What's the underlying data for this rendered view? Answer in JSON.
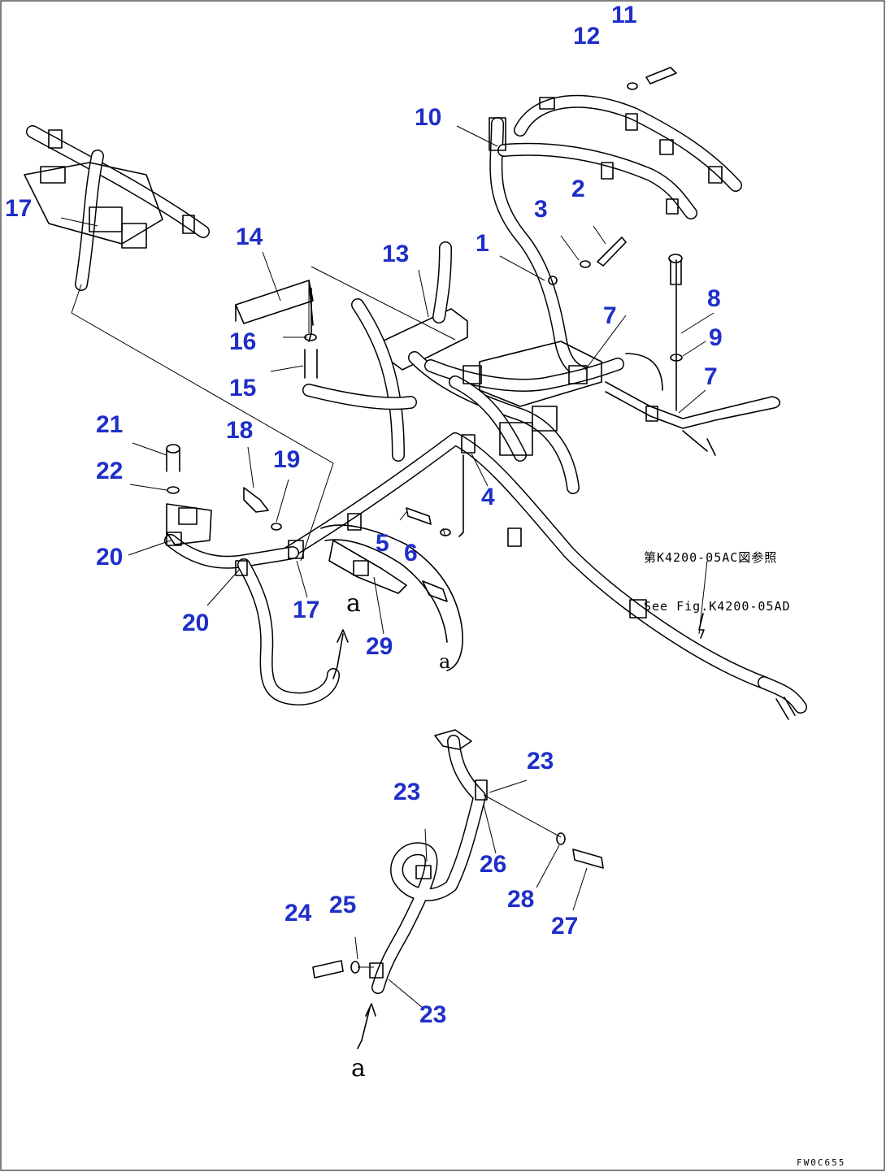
{
  "callouts": [
    {
      "id": "c11",
      "text": "11"
    },
    {
      "id": "c12",
      "text": "12"
    },
    {
      "id": "c10",
      "text": "10"
    },
    {
      "id": "c2",
      "text": "2"
    },
    {
      "id": "c3",
      "text": "3"
    },
    {
      "id": "c1",
      "text": "1"
    },
    {
      "id": "c13",
      "text": "13"
    },
    {
      "id": "c14",
      "text": "14"
    },
    {
      "id": "c17a",
      "text": "17"
    },
    {
      "id": "c16",
      "text": "16"
    },
    {
      "id": "c15",
      "text": "15"
    },
    {
      "id": "c7a",
      "text": "7"
    },
    {
      "id": "c8",
      "text": "8"
    },
    {
      "id": "c9",
      "text": "9"
    },
    {
      "id": "c7b",
      "text": "7"
    },
    {
      "id": "c21",
      "text": "21"
    },
    {
      "id": "c22",
      "text": "22"
    },
    {
      "id": "c18",
      "text": "18"
    },
    {
      "id": "c19",
      "text": "19"
    },
    {
      "id": "c4",
      "text": "4"
    },
    {
      "id": "c5",
      "text": "5"
    },
    {
      "id": "c6",
      "text": "6"
    },
    {
      "id": "c20a",
      "text": "20"
    },
    {
      "id": "c20b",
      "text": "20"
    },
    {
      "id": "c17b",
      "text": "17"
    },
    {
      "id": "c29",
      "text": "29"
    },
    {
      "id": "c23a",
      "text": "23"
    },
    {
      "id": "c23b",
      "text": "23"
    },
    {
      "id": "c26",
      "text": "26"
    },
    {
      "id": "c28",
      "text": "28"
    },
    {
      "id": "c27",
      "text": "27"
    },
    {
      "id": "c24",
      "text": "24"
    },
    {
      "id": "c25",
      "text": "25"
    },
    {
      "id": "c23c",
      "text": "23"
    }
  ],
  "reference_note": {
    "line1": "第K4200-05AC図参照",
    "line2": "See Fig.K4200-05AD"
  },
  "view_marks": [
    {
      "id": "a_upper",
      "text": "a"
    },
    {
      "id": "a_mid",
      "text": "a"
    },
    {
      "id": "a_lower",
      "text": "a"
    }
  ],
  "drawing_code": "FW0C655",
  "colors": {
    "callout": "#1f2fc8",
    "line": "#000000",
    "background": "#ffffff"
  }
}
